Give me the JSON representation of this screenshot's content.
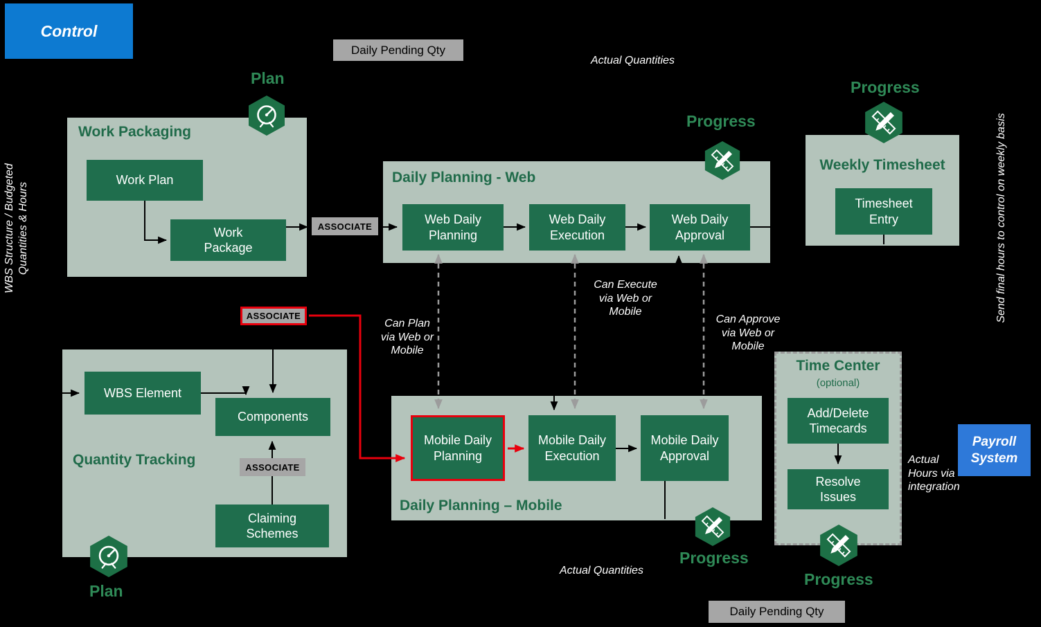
{
  "legend": {
    "control_label": "Control",
    "wbs_left_note": "WBS Structure / Budgeted Quantities & Hours",
    "send_hours_right_note": "Send final hours to control on weekly basis"
  },
  "flow_labels": {
    "daily_pending_qty_top": "Daily Pending Qty",
    "daily_pending_qty_bottom": "Daily Pending Qty",
    "actual_quantities_top": "Actual Quantities",
    "actual_quantities_bottom": "Actual Quantities",
    "associate_work_package": "ASSOCIATE",
    "associate_mobile": "ASSOCIATE",
    "associate_claiming": "ASSOCIATE",
    "can_plan": "Can Plan via Web or Mobile",
    "can_execute": "Can Execute via Web or Mobile",
    "can_approve": "Can Approve via Web or Mobile",
    "actual_hours_integration": "Actual Hours via integration"
  },
  "badges": {
    "plan_work_packaging": "Plan",
    "plan_quantity_tracking": "Plan",
    "progress_web": "Progress",
    "progress_timesheet": "Progress",
    "progress_mobile": "Progress",
    "progress_time_center": "Progress"
  },
  "work_packaging": {
    "title": "Work Packaging",
    "work_plan": "Work Plan",
    "work_package": "Work Package"
  },
  "daily_planning_web": {
    "title": "Daily Planning - Web",
    "planning": "Web Daily Planning",
    "execution": "Web Daily Execution",
    "approval": "Web Daily Approval"
  },
  "weekly_timesheet": {
    "title": "Weekly Timesheet",
    "timesheet_entry": "Timesheet Entry"
  },
  "quantity_tracking": {
    "title": "Quantity Tracking",
    "wbs_element": "WBS Element",
    "components": "Components",
    "claiming_schemes": "Claiming Schemes"
  },
  "daily_planning_mobile": {
    "title": "Daily Planning – Mobile",
    "planning": "Mobile Daily Planning",
    "execution": "Mobile Daily Execution",
    "approval": "Mobile Daily Approval"
  },
  "time_center": {
    "title": "Time Center",
    "subtitle": "(optional)",
    "add_delete_timecards": "Add/Delete Timecards",
    "resolve_issues": "Resolve Issues"
  },
  "payroll_system": {
    "label": "Payroll System"
  },
  "icons": {
    "plan": "plan-compass-icon",
    "progress": "progress-ruler-pencil-icon"
  },
  "colors": {
    "background": "#000000",
    "container_fill": "#b4c4bb",
    "node_fill": "#1f6e4d",
    "heading_text": "#206b4a",
    "badge_text": "#2f8a57",
    "gray_label_fill": "#a6a6a6",
    "control_blue": "#0d7ad1",
    "payroll_blue": "#2e79d9",
    "highlight_red": "#e8000d",
    "dashed_connector_gray": "#9c9c9c",
    "hex_icon_green": "#1d7046"
  }
}
